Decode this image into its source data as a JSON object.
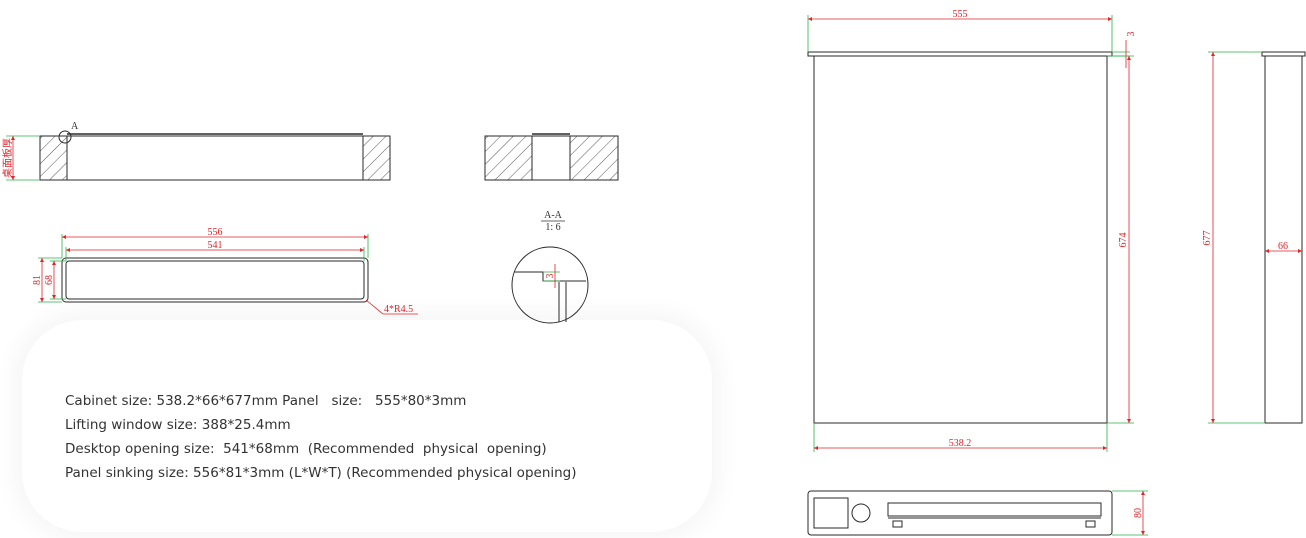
{
  "drawing": {
    "top_view": {
      "dim_width_outer": "556",
      "dim_width_inner": "541",
      "dim_height_outer": "81",
      "dim_height_inner": "68",
      "corner_radius_note": "4*R4.5"
    },
    "side_section": {
      "detail_marker": "A",
      "thickness_label": "桌面板厚"
    },
    "detail": {
      "title": "A-A",
      "scale": "1: 6",
      "dim": "3"
    },
    "cabinet_front": {
      "dim_panel_width": "555",
      "dim_panel_thickness": "3",
      "dim_height": "674",
      "dim_width": "538.2"
    },
    "cabinet_side": {
      "dim_height": "677",
      "dim_depth": "66"
    },
    "panel_top": {
      "dim_depth": "80"
    }
  },
  "specs": [
    "Cabinet size: 538.2*66*677mm Panel   size:   555*80*3mm",
    "Lifting window size: 388*25.4mm",
    "Desktop opening size:  541*68mm  (Recommended  physical  opening)",
    "Panel sinking size: 556*81*3mm (L*W*T) (Recommended physical opening)"
  ],
  "colors": {
    "outline": "#2a2a2a",
    "dimension": "#e0242a",
    "extension": "#2ab34a",
    "text": "#333333"
  }
}
